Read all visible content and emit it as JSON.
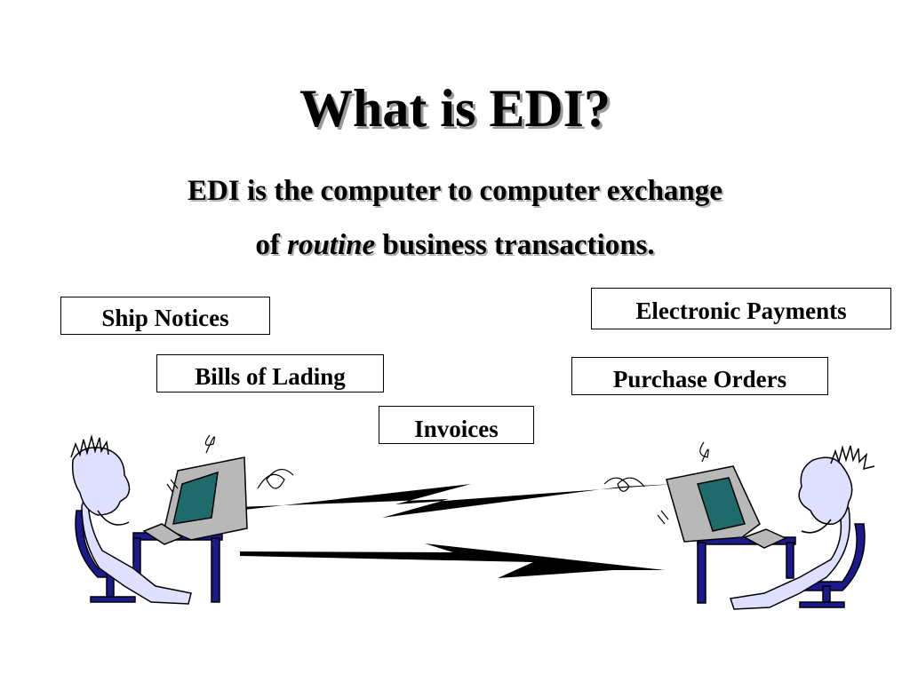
{
  "slide": {
    "title": "What is EDI?",
    "subtitle_line1": "EDI is the computer to computer exchange",
    "subtitle_line2_prefix": "of ",
    "subtitle_line2_emphasis": "routine",
    "subtitle_line2_suffix": " business transactions."
  },
  "documents": {
    "ship_notices": "Ship Notices",
    "bills_of_lading": "Bills of Lading",
    "invoices": "Invoices",
    "electronic_payments": "Electronic Payments",
    "purchase_orders": "Purchase Orders"
  },
  "colors": {
    "person_fill": "#dfe0ff",
    "furniture": "#1a1a8c",
    "monitor": "#b8b8b8",
    "screen": "#1f6b6b",
    "link": "#000000"
  }
}
